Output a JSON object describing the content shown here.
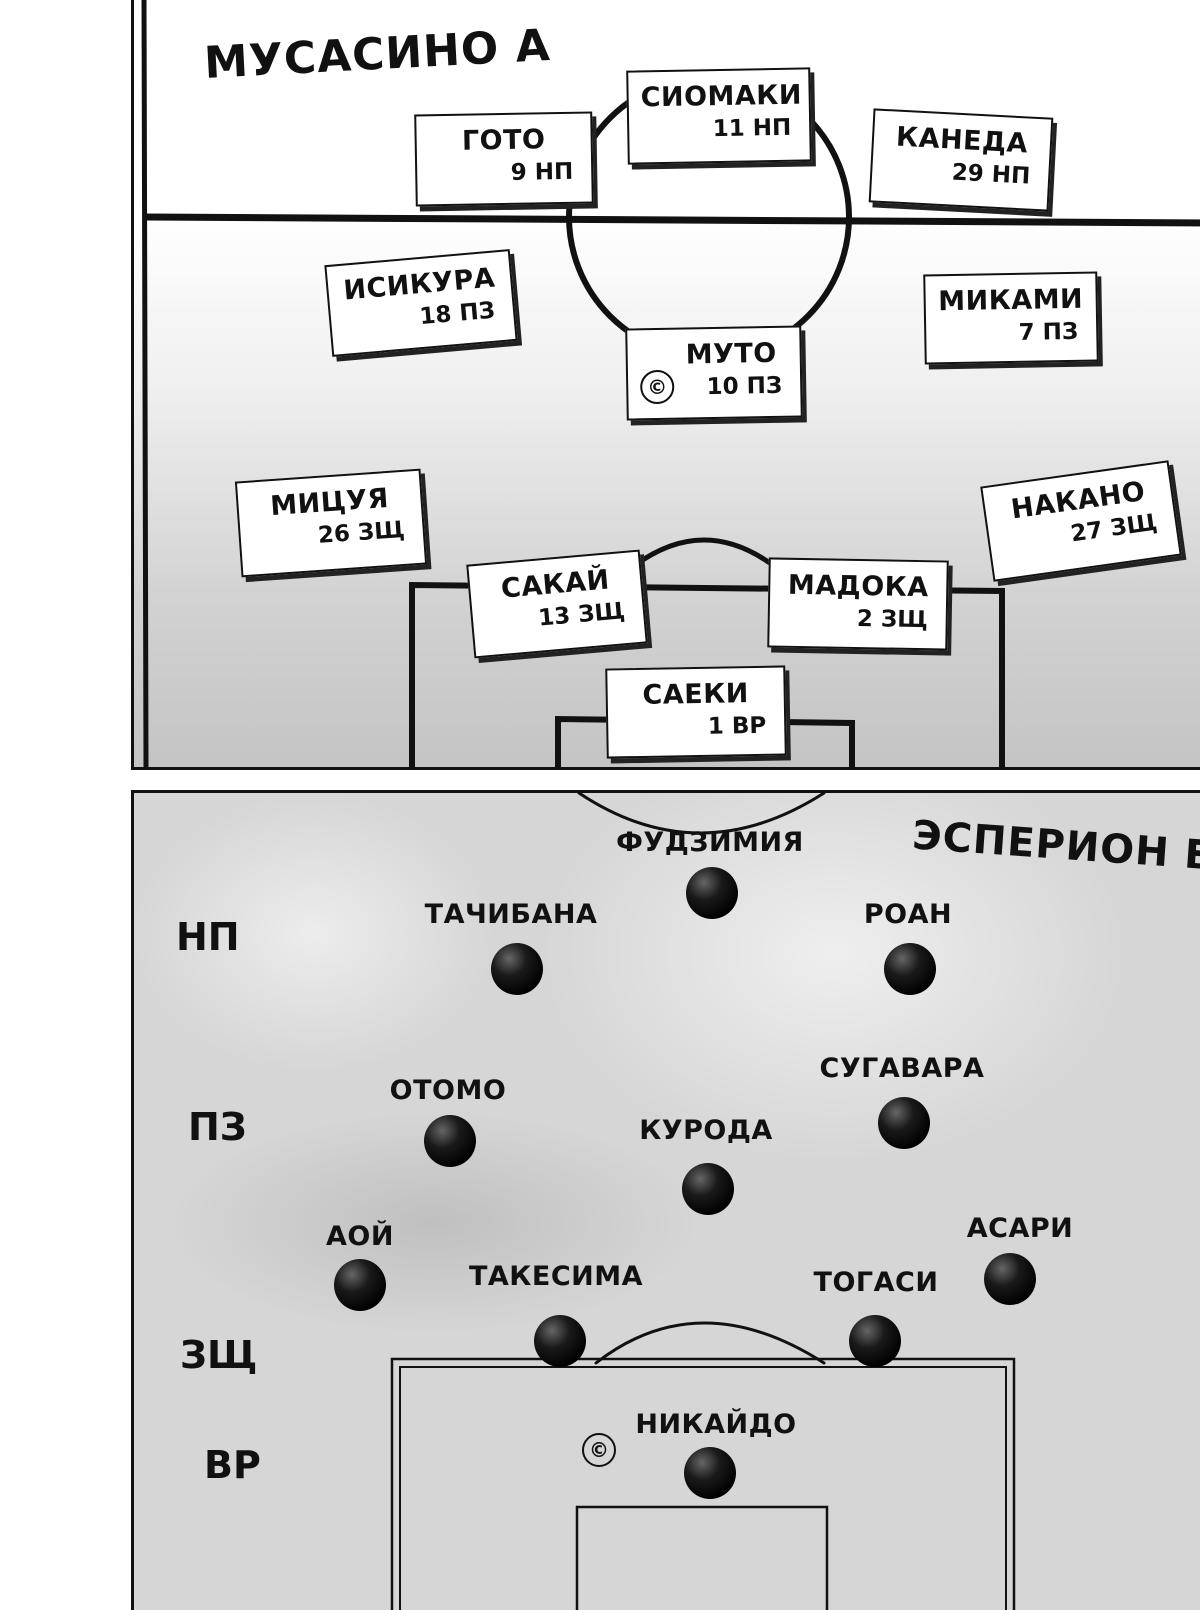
{
  "top_team": {
    "title": "МУСАСИНО А",
    "captain_symbol": "©",
    "players": [
      {
        "name": "СИОМАКИ",
        "number": "11 НП"
      },
      {
        "name": "ГОТО",
        "number": "9 НП"
      },
      {
        "name": "КАНЕДА",
        "number": "29 НП"
      },
      {
        "name": "ИСИКУРА",
        "number": "18 ПЗ"
      },
      {
        "name": "МИКАМИ",
        "number": "7 ПЗ"
      },
      {
        "name": "МУТО",
        "number": "10 ПЗ"
      },
      {
        "name": "МИЦУЯ",
        "number": "26 ЗЩ"
      },
      {
        "name": "НАКАНО",
        "number": "27 ЗЩ"
      },
      {
        "name": "САКАЙ",
        "number": "13 ЗЩ"
      },
      {
        "name": "МАДОКА",
        "number": "2 ЗЩ"
      },
      {
        "name": "САЕКИ",
        "number": "1 ВР"
      }
    ]
  },
  "bottom_team": {
    "title": "ЭСПЕРИОН Б",
    "captain_symbol": "©",
    "row_labels": [
      "НП",
      "ПЗ",
      "ЗЩ",
      "ВР"
    ],
    "players": [
      {
        "name": "ФУДЗИМИЯ"
      },
      {
        "name": "ТАЧИБАНА"
      },
      {
        "name": "РОАН"
      },
      {
        "name": "ОТОМО"
      },
      {
        "name": "СУГАВАРА"
      },
      {
        "name": "КУРОДА"
      },
      {
        "name": "АОЙ"
      },
      {
        "name": "АСАРИ"
      },
      {
        "name": "ТАКЕСИМА"
      },
      {
        "name": "ТОГАСИ"
      },
      {
        "name": "НИКАЙДО"
      }
    ]
  }
}
